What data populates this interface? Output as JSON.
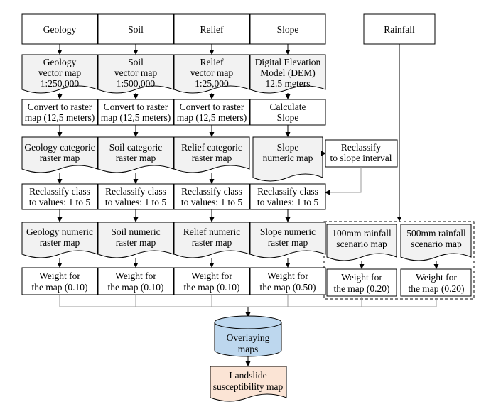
{
  "columns": {
    "geology": {
      "input": "Geology",
      "source": [
        "Geology",
        "vector map",
        "1:250,000"
      ],
      "convert": [
        "Convert to raster",
        "map (12,5 meters)"
      ],
      "categoric": [
        "Geology categoric",
        "raster map"
      ],
      "reclassify": [
        "Reclassify class",
        "to values: 1 to 5"
      ],
      "numeric": [
        "Geology numeric",
        "raster map"
      ],
      "weight": [
        "Weight for",
        "the map (0.10)"
      ]
    },
    "soil": {
      "input": "Soil",
      "source": [
        "Soil",
        "vector map",
        "1:500,000"
      ],
      "convert": [
        "Convert to raster",
        "map (12,5 meters)"
      ],
      "categoric": [
        "Soil categoric",
        "raster map"
      ],
      "reclassify": [
        "Reclassify class",
        "to values: 1 to 5"
      ],
      "numeric": [
        "Soil numeric",
        "raster map"
      ],
      "weight": [
        "Weight for",
        "the map (0.10)"
      ]
    },
    "relief": {
      "input": "Relief",
      "source": [
        "Relief",
        "vector map",
        "1:25,000"
      ],
      "convert": [
        "Convert to raster",
        "map (12,5 meters)"
      ],
      "categoric": [
        "Relief categoric",
        "raster map"
      ],
      "reclassify": [
        "Reclassify class",
        "to values: 1 to 5"
      ],
      "numeric": [
        "Relief numeric",
        "raster map"
      ],
      "weight": [
        "Weight for",
        "the map (0.10)"
      ]
    },
    "slope": {
      "input": "Slope",
      "source": [
        "Digital Elevation",
        "Model (DEM)",
        "12.5 meters"
      ],
      "calculate": [
        "Calculate",
        "Slope"
      ],
      "numeric_map": [
        "Slope",
        "numeric map"
      ],
      "reclassify_interval": [
        "Reclassify",
        "to slope interval"
      ],
      "reclassify": [
        "Reclassify class",
        "to values: 1 to 5"
      ],
      "numeric": [
        "Slope numeric",
        "raster map"
      ],
      "weight": [
        "Weight for",
        "the map (0.50)"
      ]
    },
    "rainfall": {
      "input": "Rainfall",
      "scenario_100": [
        "100mm rainfall",
        "scenario map"
      ],
      "scenario_500": [
        "500mm rainfall",
        "scenario map"
      ],
      "weight_100": [
        "Weight for",
        "the map (0.20)"
      ],
      "weight_500": [
        "Weight for",
        "the map (0.20)"
      ]
    }
  },
  "overlay": [
    "Overlaying",
    "maps"
  ],
  "result": [
    "Landslide",
    "susceptibility map"
  ],
  "colors": {
    "document_fill": "#f2f2f2",
    "overlay_fill": "#bdd7ee",
    "result_fill": "#fbe4d5",
    "connector_gray": "#9a9a9a"
  }
}
